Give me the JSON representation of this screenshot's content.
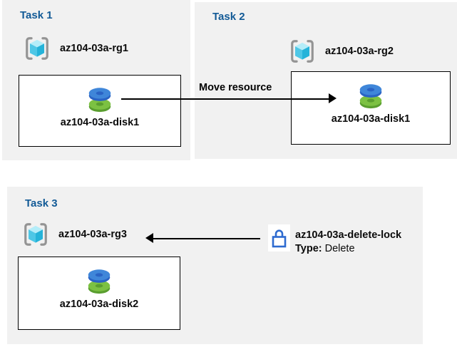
{
  "colors": {
    "panel_bg": "#f1f1f1",
    "title_blue": "#125a96",
    "box_bg": "#ffffff",
    "box_border": "#000000",
    "text": "#0b0b0b",
    "arrow": "#000000",
    "lock_blue": "#2e6bd0",
    "cube_top": "#b4edf9",
    "cube_left": "#4ec7e6",
    "cube_right": "#25b3d9",
    "bracket_gray": "#949494",
    "disk_blue_top": "#3f86d9",
    "disk_blue_dark": "#2a63c4",
    "disk_green_top": "#7cc142",
    "disk_green_dark": "#5a9e2f"
  },
  "icons": {
    "resource_group": "resource-group-icon",
    "managed_disk": "managed-disk-icon",
    "delete_lock": "lock-icon"
  },
  "tasks": [
    {
      "title": "Task 1",
      "rg_label": "az104-03a-rg1",
      "disk_label": "az104-03a-disk1"
    },
    {
      "title": "Task 2",
      "rg_label": "az104-03a-rg2",
      "disk_label": "az104-03a-disk1"
    },
    {
      "title": "Task 3",
      "rg_label": "az104-03a-rg3",
      "disk_label": "az104-03a-disk2"
    }
  ],
  "move_arrow": {
    "label": "Move resource"
  },
  "lock": {
    "name": "az104-03a-delete-lock",
    "type_label": "Type:",
    "type_value": "Delete"
  }
}
